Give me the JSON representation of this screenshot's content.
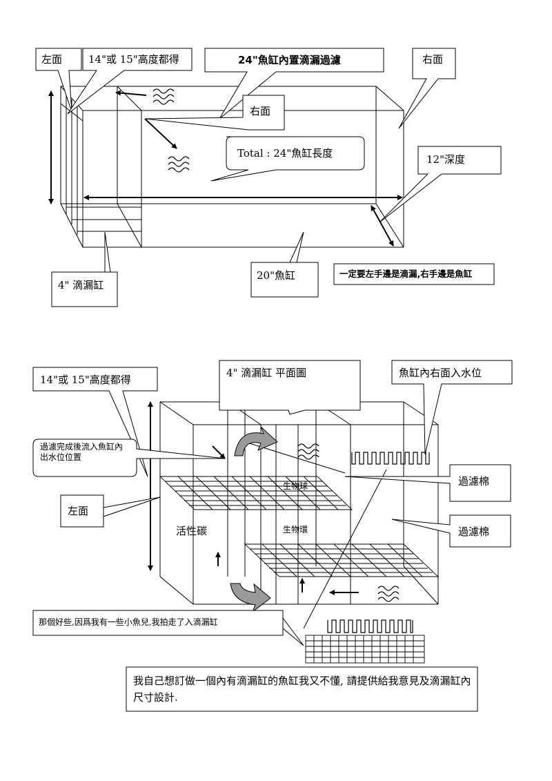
{
  "top_diagram": {
    "title": "24\"魚缸內置滴漏過濾",
    "left_face": "左面",
    "height_note": "14\"或 15\"高度都得",
    "right_face_top": "右面",
    "right_face_inner": "右面",
    "total_length": "Total : 24\"魚缸長度",
    "depth": "12\"深度",
    "drip_tank_width": "4\"  滴漏缸",
    "fish_tank_width": "20\"魚缸",
    "orientation_note": "一定要左手邊是滴漏,右手邊是魚缸"
  },
  "bottom_diagram": {
    "height_note": "14\"或 15\"高度都得",
    "plan_title": "4\"  滴漏缸  平面圖",
    "inlet_note": "魚缸內右面入水位",
    "outlet_note": "過濾完成後流入魚缸內出水位位置",
    "filter_wool_1": "過濾棉",
    "filter_wool_2": "過濾棉",
    "left_face": "左面",
    "carbon": "活性碳",
    "bio_balls": "生物球",
    "bio_rings": "生物環",
    "small_fish_note": "那個好些,因爲我有一些小魚兒,我拍走了入滴漏缸",
    "request_note": "我自己想訂做一個內有滴漏缸的魚缸我又不懂, 請提供給我意見及滴漏缸內尺寸設計."
  }
}
